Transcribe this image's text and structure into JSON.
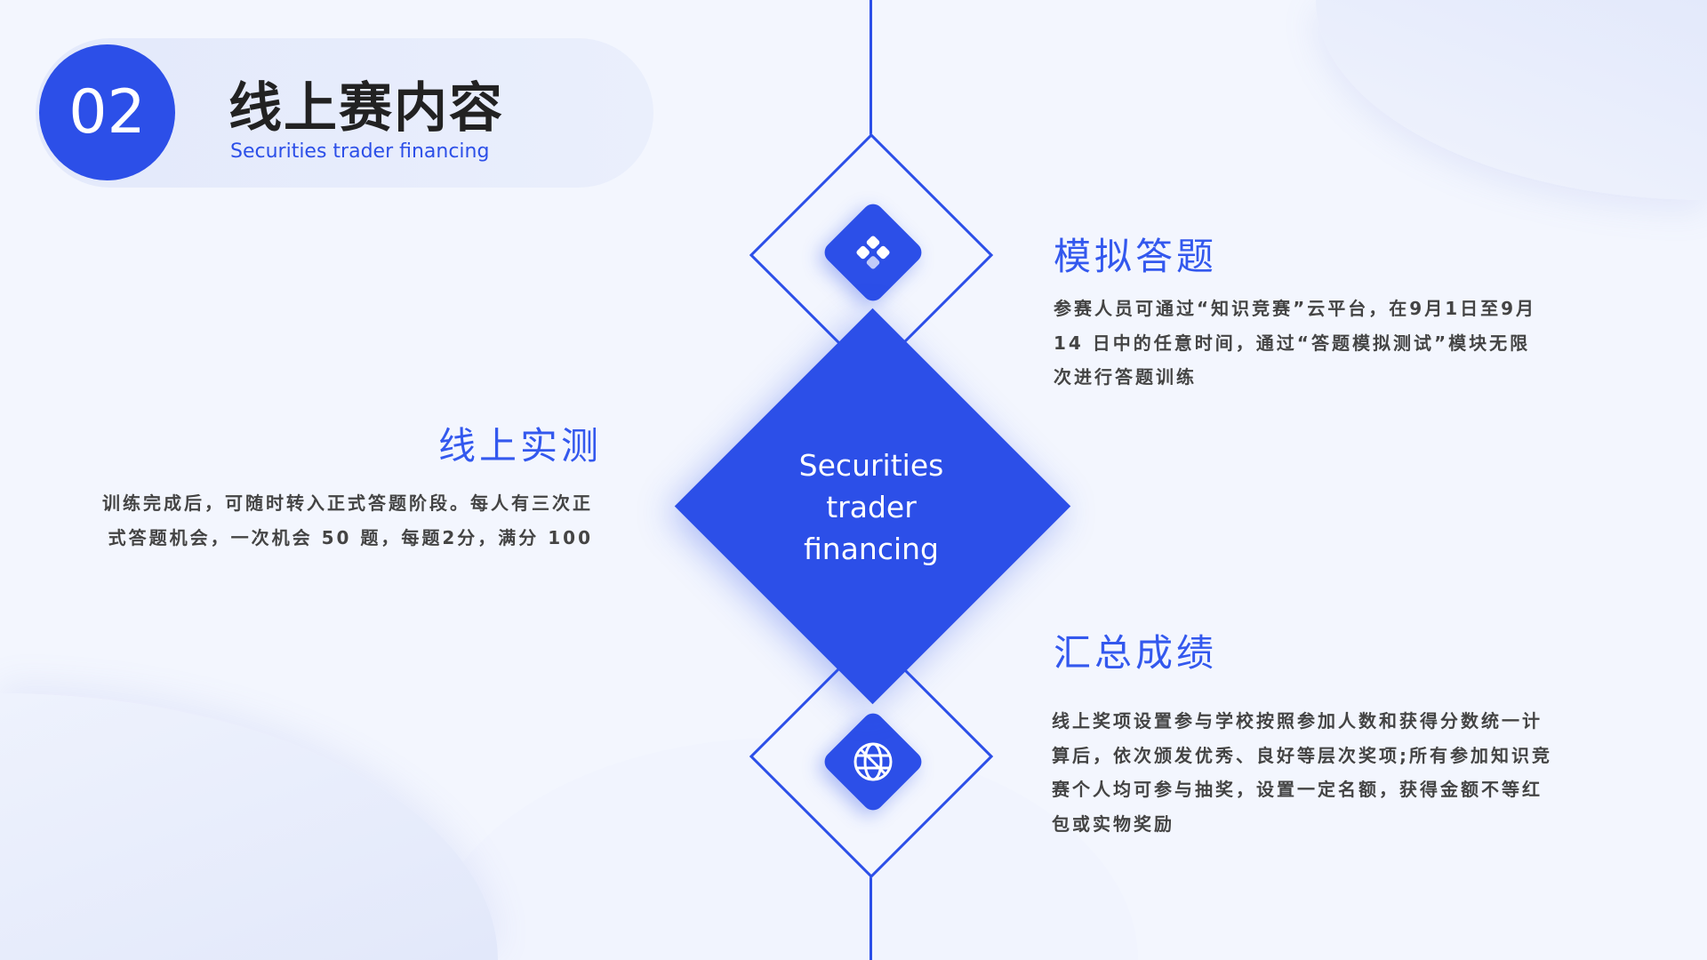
{
  "header": {
    "number": "02",
    "title": "线上赛内容",
    "subtitle": "Securities trader financing"
  },
  "center": {
    "line1": "Securities",
    "line2": "trader",
    "line3": "financing"
  },
  "sections": [
    {
      "title": "模拟答题",
      "lines": [
        "参赛人员可通过“知识竞赛”云平台，在9月1日至9月",
        "14 日中的任意时间，通过“答题模拟测试”模块无限",
        "次进行答题训练"
      ],
      "icon": "grid-icon"
    },
    {
      "title": "线上实测",
      "lines": [
        "训练完成后，可随时转入正式答题阶段。每人有三次正",
        "式答题机会，一次机会 50 题，每题2分，满分 100"
      ]
    },
    {
      "title": "汇总成绩",
      "lines": [
        "线上奖项设置参与学校按照参加人数和获得分数统一计",
        "算后，依次颁发优秀、良好等层次奖项;所有参加知识竞",
        "赛个人均可参与抽奖，设置一定名额，获得金额不等红",
        "包或实物奖励"
      ],
      "icon": "globe-icon"
    }
  ],
  "colors": {
    "accent": "#2c4fe8",
    "background": "#f3f6fe"
  }
}
